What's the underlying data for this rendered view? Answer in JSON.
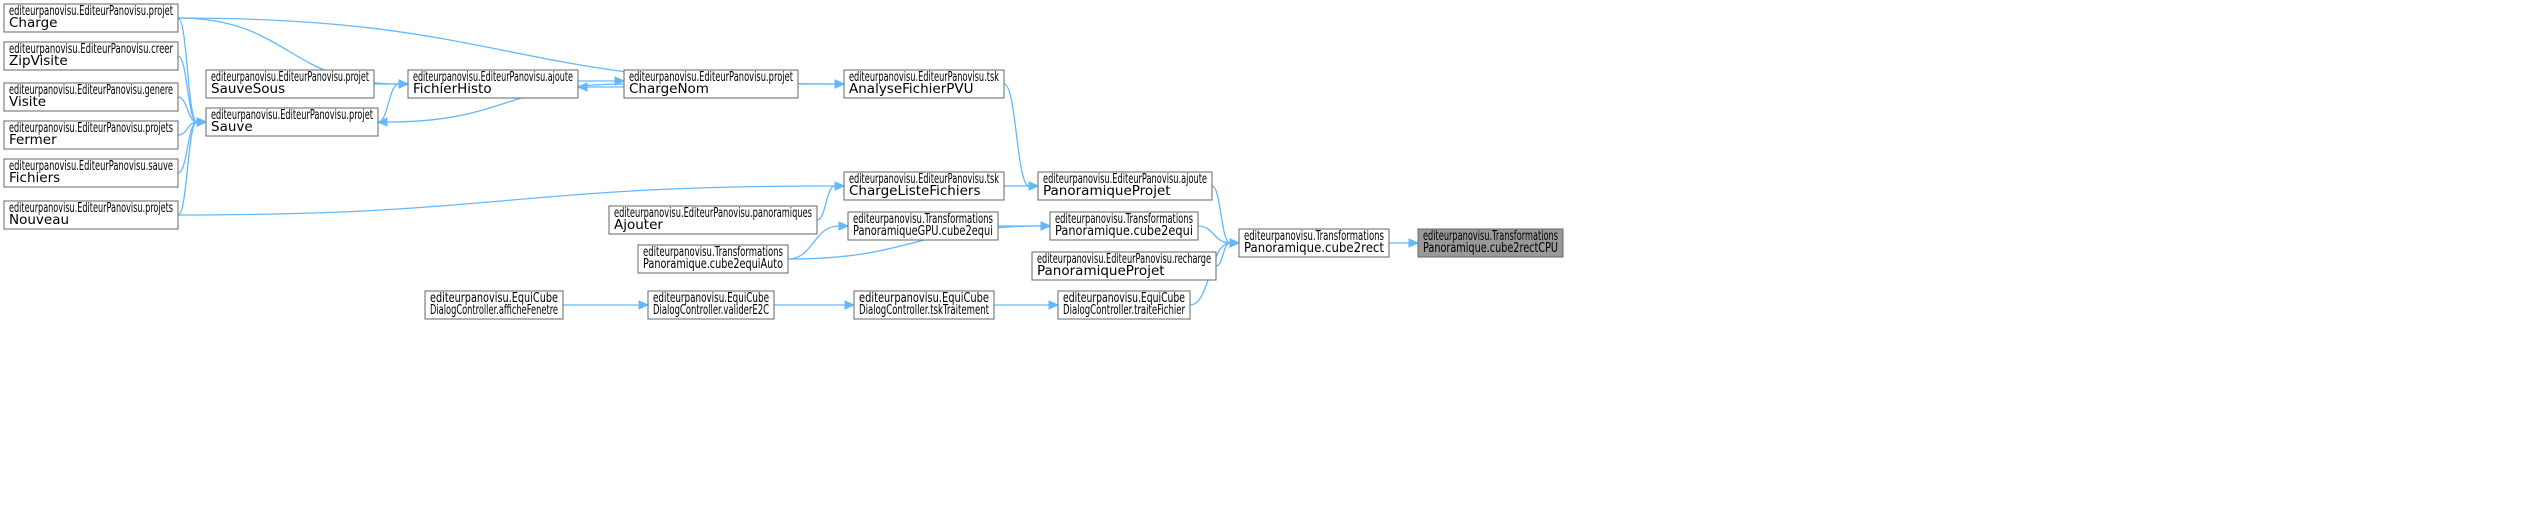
{
  "nodes": [
    {
      "id": "cube2rectCPU",
      "lines": [
        "editeurpanovisu.Transformations",
        "Panoramique.cube2rectCPU"
      ],
      "root": true
    },
    {
      "id": "cube2rect",
      "lines": [
        "editeurpanovisu.Transformations",
        "Panoramique.cube2rect"
      ]
    },
    {
      "id": "ajoutePanoramiqueProjet",
      "lines": [
        "editeurpanovisu.EditeurPanovisu.ajoute",
        "PanoramiqueProjet"
      ]
    },
    {
      "id": "cube2equi",
      "lines": [
        "editeurpanovisu.Transformations",
        "Panoramique.cube2equi"
      ]
    },
    {
      "id": "rechargePanoramiqueProjet",
      "lines": [
        "editeurpanovisu.EditeurPanovisu.recharge",
        "PanoramiqueProjet"
      ]
    },
    {
      "id": "traiteFichier",
      "lines": [
        "editeurpanovisu.EquiCube",
        "DialogController.traiteFichier"
      ]
    },
    {
      "id": "tskAnalyseFichierPVU",
      "lines": [
        "editeurpanovisu.EditeurPanovisu.tsk",
        "AnalyseFichierPVU"
      ]
    },
    {
      "id": "tskChargeListeFichiers",
      "lines": [
        "editeurpanovisu.EditeurPanovisu.tsk",
        "ChargeListeFichiers"
      ]
    },
    {
      "id": "gpuCube2equi",
      "lines": [
        "editeurpanovisu.Transformations",
        "PanoramiqueGPU.cube2equi"
      ]
    },
    {
      "id": "cube2equiAuto",
      "lines": [
        "editeurpanovisu.Transformations",
        "Panoramique.cube2equiAuto"
      ]
    },
    {
      "id": "tskTraitement",
      "lines": [
        "editeurpanovisu.EquiCube",
        "DialogController.tskTraitement"
      ]
    },
    {
      "id": "projetCharge",
      "lines": [
        "editeurpanovisu.EditeurPanovisu.projet",
        "Charge"
      ]
    },
    {
      "id": "projetChargeNom",
      "lines": [
        "editeurpanovisu.EditeurPanovisu.projet",
        "ChargeNom"
      ]
    },
    {
      "id": "projetsNouveau",
      "lines": [
        "editeurpanovisu.EditeurPanovisu.projets",
        "Nouveau"
      ]
    },
    {
      "id": "panoramiquesAjouter",
      "lines": [
        "editeurpanovisu.EditeurPanovisu.panoramiques",
        "Ajouter"
      ]
    },
    {
      "id": "validerE2C",
      "lines": [
        "editeurpanovisu.EquiCube",
        "DialogController.validerE2C"
      ]
    },
    {
      "id": "ajouteFichierHisto",
      "lines": [
        "editeurpanovisu.EditeurPanovisu.ajoute",
        "FichierHisto"
      ]
    },
    {
      "id": "afficheFenetre",
      "lines": [
        "editeurpanovisu.EquiCube",
        "DialogController.afficheFenetre"
      ]
    },
    {
      "id": "projetSauve",
      "lines": [
        "editeurpanovisu.EditeurPanovisu.projet",
        "Sauve"
      ]
    },
    {
      "id": "projetSauveSous",
      "lines": [
        "editeurpanovisu.EditeurPanovisu.projet",
        "SauveSous"
      ]
    },
    {
      "id": "creerZipVisite",
      "lines": [
        "editeurpanovisu.EditeurPanovisu.creer",
        "ZipVisite"
      ]
    },
    {
      "id": "genereVisite",
      "lines": [
        "editeurpanovisu.EditeurPanovisu.genere",
        "Visite"
      ]
    },
    {
      "id": "projetsFermer",
      "lines": [
        "editeurpanovisu.EditeurPanovisu.projets",
        "Fermer"
      ]
    },
    {
      "id": "sauveFichiers",
      "lines": [
        "editeurpanovisu.EditeurPanovisu.sauve",
        "Fichiers"
      ]
    }
  ],
  "edges": [
    {
      "from": "cube2rect",
      "to": "cube2rectCPU"
    },
    {
      "from": "ajoutePanoramiqueProjet",
      "to": "cube2rect"
    },
    {
      "from": "cube2equi",
      "to": "cube2rect"
    },
    {
      "from": "rechargePanoramiqueProjet",
      "to": "cube2rect"
    },
    {
      "from": "traiteFichier",
      "to": "cube2rect"
    },
    {
      "from": "tskAnalyseFichierPVU",
      "to": "ajoutePanoramiqueProjet"
    },
    {
      "from": "tskChargeListeFichiers",
      "to": "ajoutePanoramiqueProjet"
    },
    {
      "from": "gpuCube2equi",
      "to": "cube2equi"
    },
    {
      "from": "cube2equiAuto",
      "to": "cube2equi"
    },
    {
      "from": "tskTraitement",
      "to": "traiteFichier"
    },
    {
      "from": "projetCharge",
      "to": "tskAnalyseFichierPVU"
    },
    {
      "from": "projetChargeNom",
      "to": "tskAnalyseFichierPVU"
    },
    {
      "from": "projetsNouveau",
      "to": "tskChargeListeFichiers"
    },
    {
      "from": "panoramiquesAjouter",
      "to": "tskChargeListeFichiers"
    },
    {
      "from": "cube2equiAuto",
      "to": "gpuCube2equi"
    },
    {
      "from": "validerE2C",
      "to": "tskTraitement"
    },
    {
      "from": "ajouteFichierHisto",
      "to": "projetChargeNom"
    },
    {
      "from": "projetChargeNom",
      "to": "ajouteFichierHisto"
    },
    {
      "from": "afficheFenetre",
      "to": "validerE2C"
    },
    {
      "from": "projetCharge",
      "to": "ajouteFichierHisto"
    },
    {
      "from": "projetSauve",
      "to": "ajouteFichierHisto"
    },
    {
      "from": "projetSauveSous",
      "to": "ajouteFichierHisto"
    },
    {
      "from": "projetChargeNom",
      "to": "projetSauve"
    },
    {
      "from": "projetCharge",
      "to": "projetSauve"
    },
    {
      "from": "creerZipVisite",
      "to": "projetSauve"
    },
    {
      "from": "genereVisite",
      "to": "projetSauve"
    },
    {
      "from": "projetsFermer",
      "to": "projetSauve"
    },
    {
      "from": "sauveFichiers",
      "to": "projetSauve"
    },
    {
      "from": "projetsNouveau",
      "to": "projetSauve"
    }
  ]
}
